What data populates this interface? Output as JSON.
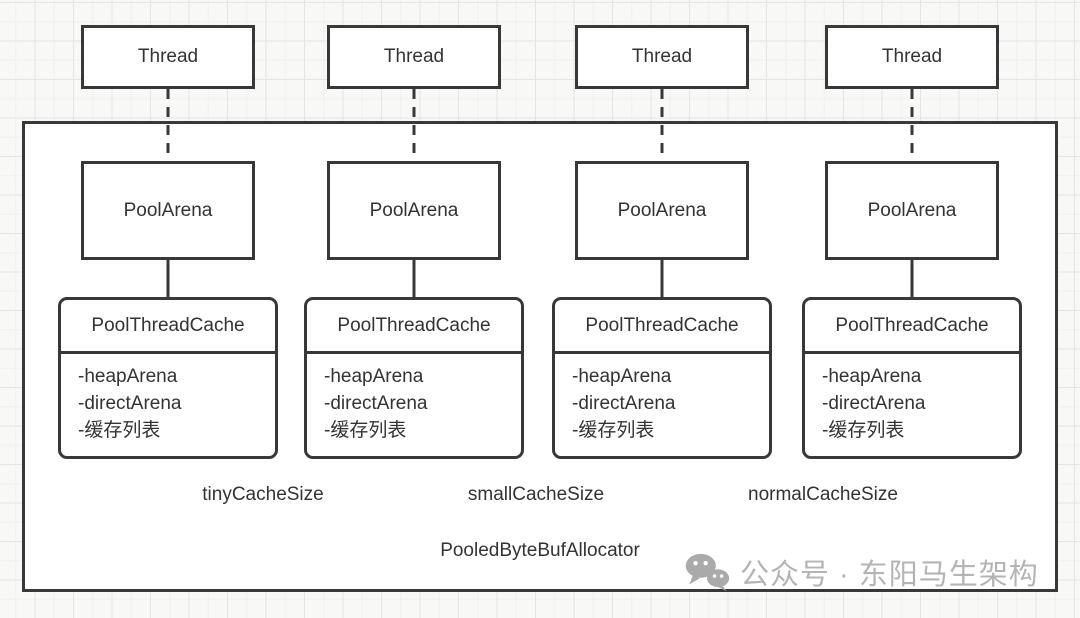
{
  "colors": {
    "canvas_background": "#f8f8f7",
    "grid_line": "#e4e4e4",
    "box_fill": "#ffffff",
    "border": "#383838",
    "text": "#333333",
    "watermark_gray": "#b4b4b4"
  },
  "columns": [
    {
      "thread_label": "Thread",
      "arena_label": "PoolArena",
      "cache_title": "PoolThreadCache",
      "cache_attrs": [
        "-heapArena",
        "-directArena",
        "-缓存列表"
      ]
    },
    {
      "thread_label": "Thread",
      "arena_label": "PoolArena",
      "cache_title": "PoolThreadCache",
      "cache_attrs": [
        "-heapArena",
        "-directArena",
        "-缓存列表"
      ]
    },
    {
      "thread_label": "Thread",
      "arena_label": "PoolArena",
      "cache_title": "PoolThreadCache",
      "cache_attrs": [
        "-heapArena",
        "-directArena",
        "-缓存列表"
      ]
    },
    {
      "thread_label": "Thread",
      "arena_label": "PoolArena",
      "cache_title": "PoolThreadCache",
      "cache_attrs": [
        "-heapArena",
        "-directArena",
        "-缓存列表"
      ]
    }
  ],
  "cache_size_labels": {
    "tiny": "tinyCacheSize",
    "small": "smallCacheSize",
    "normal": "normalCacheSize"
  },
  "container_label": "PooledByteBufAllocator",
  "watermark": {
    "icon": "wechat-icon",
    "text": "公众号 · 东阳马生架构"
  }
}
